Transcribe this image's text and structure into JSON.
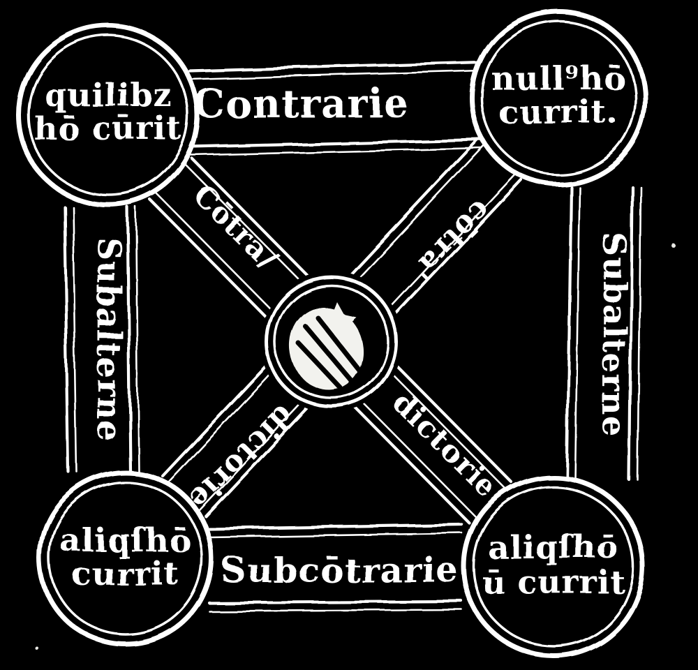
{
  "diagram": {
    "kind": "square-of-opposition-woodcut",
    "background": "#000000",
    "ink": "#ffffff",
    "nodes": {
      "top_left": {
        "line1": "quilibz",
        "line2": "hō cūrit"
      },
      "top_right": {
        "line1": "null⁹hō",
        "line2": "currit."
      },
      "bottom_left": {
        "line1": "aliqſhō",
        "line2": "currit"
      },
      "bottom_right": {
        "line1": "aliqſhō",
        "line2": "ū currit"
      }
    },
    "edges": {
      "top": "Contrarie",
      "bottom": "Subcōtrarie",
      "left": "Subalterne",
      "right": "Subalterne"
    },
    "diagonals": {
      "tl_br_upper": "Cōtra/",
      "tl_br_lower": "dictorie",
      "tr_bl_upper": "cōtra'",
      "tr_bl_lower": "dictorie"
    }
  }
}
